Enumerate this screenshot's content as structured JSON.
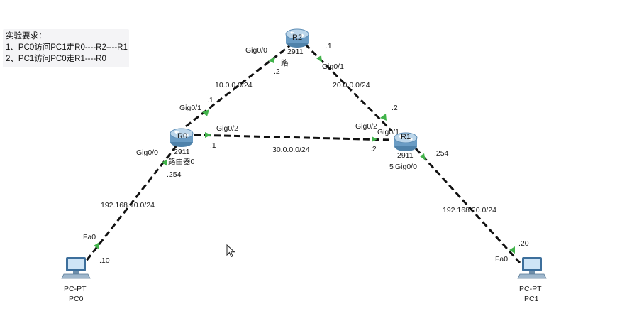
{
  "notes": {
    "title": "实验要求：",
    "line1": "1、PC0访问PC1走R0----R2----R1",
    "line2": "2、PC1访问PC0走R1----R0"
  },
  "routers": {
    "r2": {
      "name": "R2",
      "model": "2911"
    },
    "r0": {
      "name": "R0",
      "model": "2911",
      "alias": "路由器0"
    },
    "r1": {
      "name": "R1",
      "model": "2911"
    }
  },
  "pcs": {
    "pc0": {
      "type": "PC-PT",
      "name": "PC0"
    },
    "pc1": {
      "type": "PC-PT",
      "name": "PC1"
    }
  },
  "links": {
    "r0_r2": {
      "network": "10.0.0.0/24",
      "r0_port": "Gig0/1",
      "r0_ip": ".1",
      "r2_port": "Gig0/0",
      "r2_ip": ".2",
      "r2_extra": "路"
    },
    "r2_r1": {
      "network": "20.0.0.0/24",
      "r2_port": "Gig0/1",
      "r2_ip": ".1",
      "r1_port": "Gig0/1",
      "r1_ip": ".2"
    },
    "r0_r1": {
      "network": "30.0.0.0/24",
      "r0_port": "Gig0/2",
      "r0_ip": ".1",
      "r1_port": "Gig0/2",
      "r1_ip": ".2"
    },
    "r0_pc0": {
      "network": "192.168.10.0/24",
      "r0_port": "Gig0/0",
      "r0_ip": ".254",
      "pc_port": "Fa0",
      "pc_ip": ".10"
    },
    "r1_pc1": {
      "network": "192.168.20.0/24",
      "r1_port": "Gig0/0",
      "r1_port_prefix": "5",
      "r1_ip": ".254",
      "pc_port": "Fa0",
      "pc_ip": ".20"
    }
  },
  "colors": {
    "port_indicator": "#41b34a",
    "router_body": "#6a9cc4",
    "router_top": "#bcd6ea",
    "cable": "#111111",
    "note_bg": "#f4f4f6"
  },
  "icons": [
    "router-icon",
    "pc-icon",
    "mouse-cursor-icon"
  ]
}
